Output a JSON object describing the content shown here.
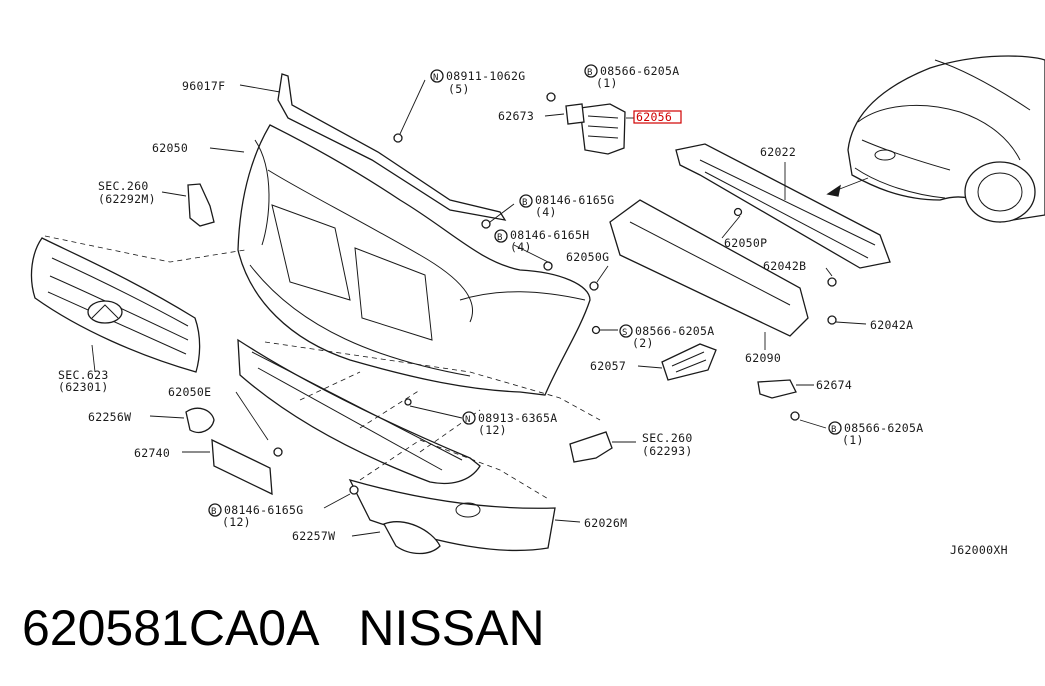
{
  "diagram": {
    "figure_code": "J62000XH",
    "highlighted_part": "62056",
    "labels": {
      "p96017F": "96017F",
      "p62050": "62050",
      "sec260_top": "SEC.260",
      "sec260_top_ref": "(62292M)",
      "n08911": "08911-1062G",
      "n08911_qty": "(5)",
      "b08566_top": "08566-6205A",
      "b08566_top_qty": "(1)",
      "p62673": "62673",
      "p62056": "62056",
      "p62022": "62022",
      "b08146_g": "08146-6165G",
      "b08146_g_qty": "(4)",
      "b08146_h": "08146-6165H",
      "b08146_h_qty": "(4)",
      "p62050G": "62050G",
      "p62050P": "62050P",
      "p62042B": "62042B",
      "p62042A": "62042A",
      "s08566_mid": "08566-6205A",
      "s08566_mid_qty": "(2)",
      "p62090": "62090",
      "p62057": "62057",
      "p62674": "62674",
      "b08566_low": "08566-6205A",
      "b08566_low_qty": "(1)",
      "sec623": "SEC.623",
      "sec623_ref": "(62301)",
      "p62050E": "62050E",
      "p62256W": "62256W",
      "n08913": "08913-6365A",
      "n08913_qty": "(12)",
      "sec260_low": "SEC.260",
      "sec260_low_ref": "(62293)",
      "p62740": "62740",
      "b08146_low": "08146-6165G",
      "b08146_low_qty": "(12)",
      "p62026M": "62026M",
      "p62257W": "62257W"
    },
    "circle_letters": {
      "n": "N",
      "b": "B",
      "s": "S"
    }
  },
  "footer": {
    "part_number": "620581CA0A",
    "brand": "NISSAN"
  },
  "colors": {
    "highlight": "#d00000",
    "line": "#1a1a1a"
  }
}
